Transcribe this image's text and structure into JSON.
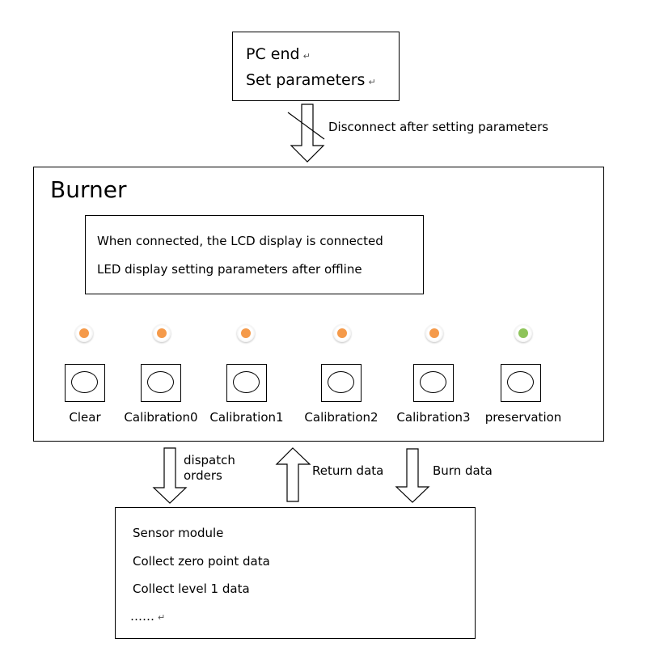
{
  "pc_box": {
    "line1": "PC end",
    "line2": "Set parameters"
  },
  "top_arrow_label": "Disconnect after setting parameters",
  "burner": {
    "title": "Burner",
    "lcd_line1": "When connected, the LCD display is connected",
    "lcd_line2": "LED display setting parameters after offline",
    "buttons": [
      {
        "label": "Clear",
        "led_color": "#f59a4a"
      },
      {
        "label": "Calibration0",
        "led_color": "#f59a4a"
      },
      {
        "label": "Calibration1",
        "led_color": "#f59a4a"
      },
      {
        "label": "Calibration2",
        "led_color": "#f59a4a"
      },
      {
        "label": "Calibration3",
        "led_color": "#f59a4a"
      },
      {
        "label": "preservation",
        "led_color": "#8ec45a"
      }
    ]
  },
  "arrows": {
    "dispatch_line1": "dispatch",
    "dispatch_line2": "orders",
    "return": "Return data",
    "burn": "Burn data"
  },
  "sensor_box": {
    "line1": "Sensor module",
    "line2": "Collect zero point data",
    "line3": "Collect level 1 data",
    "line4": "……"
  },
  "icons": {
    "return_mark": "↵"
  }
}
